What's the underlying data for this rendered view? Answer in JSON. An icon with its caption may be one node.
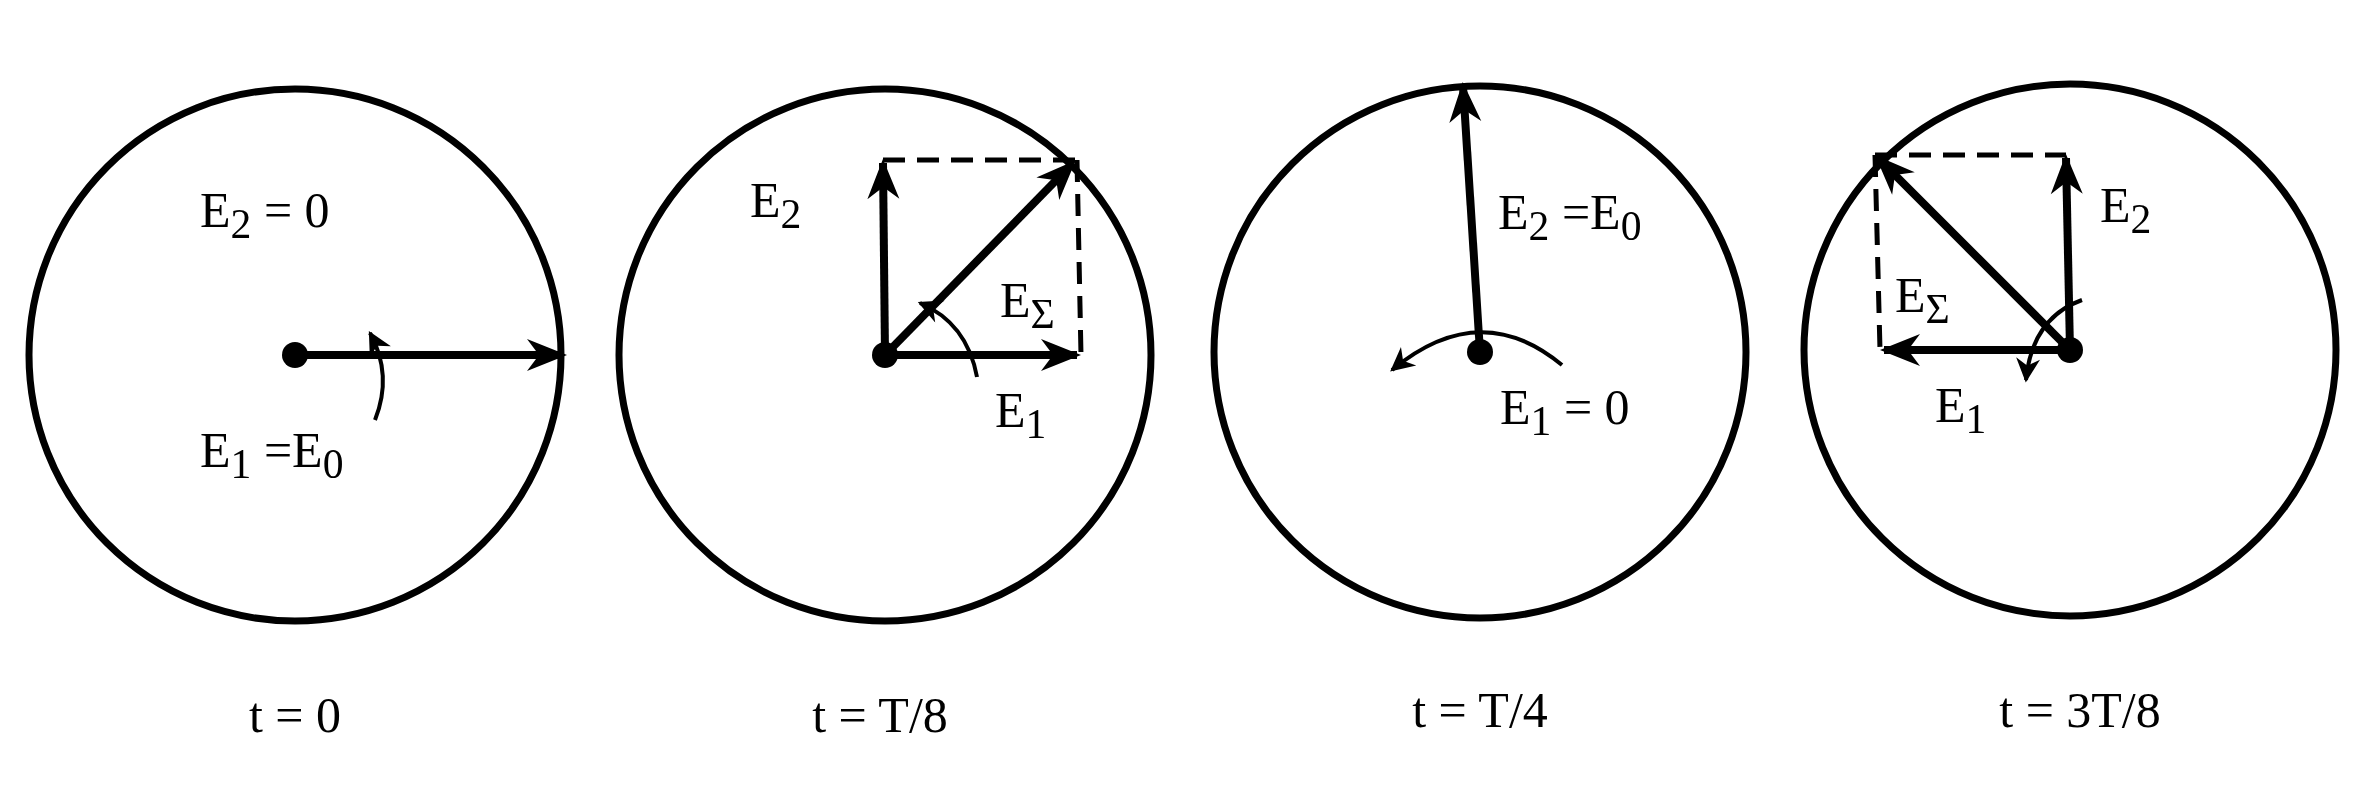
{
  "diagram": {
    "nodes": [
      {
        "text": [
          "E$_{2}$ = 0",
          "E$_{1}$ =E$_{0}$"
        ],
        "beside": [
          "t = 0"
        ]
      },
      {
        "text": [
          "E$_{2}$",
          "E$_{Σ}$",
          "E$_{1}$"
        ],
        "beside": [
          "t = T/8"
        ]
      },
      {
        "text": [
          "E$_{2}$ =E$_{0}$",
          "E$_{1}$ = 0"
        ],
        "beside": [
          "t = T/4"
        ]
      },
      {
        "text": [
          "E$_{2}$",
          "E$_{Σ}$",
          "E$_{1}$"
        ],
        "beside": [
          "t = 3T/8"
        ]
      }
    ]
  }
}
